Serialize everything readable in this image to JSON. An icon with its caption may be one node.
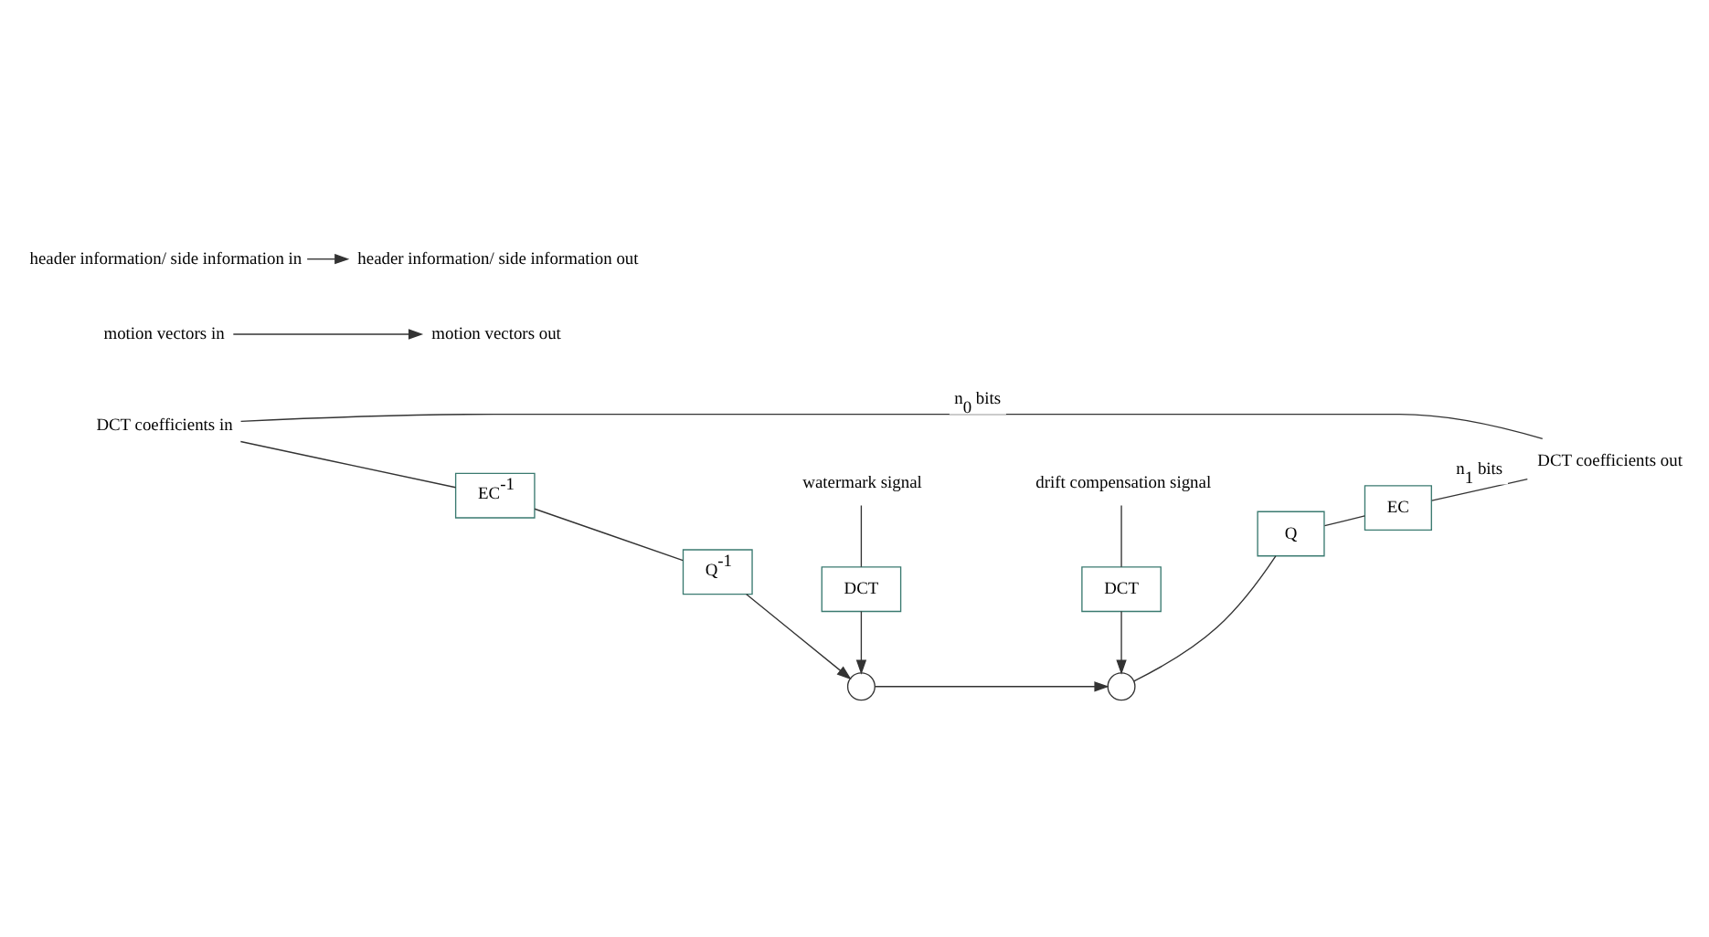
{
  "diagram": {
    "nodes": [
      {
        "text": [
          "DCT coefficients in"
        ]
      },
      {
        "text": [
          "EC$^{-1}$"
        ]
      },
      {
        "text": [
          "Q$^{-1}$"
        ]
      },
      {
        "text": [],
        "shape": "circle"
      },
      {
        "text": [],
        "shape": "circle"
      },
      {
        "text": [
          "Q"
        ]
      },
      {
        "text": [
          "EC"
        ]
      },
      {
        "text": [
          "DCT coefficients out"
        ]
      },
      {
        "text": [
          "DCT"
        ]
      },
      {
        "text": [
          "DCT"
        ]
      },
      {
        "text": [
          "watermark signal"
        ]
      },
      {
        "text": [
          "drift compensation signal"
        ]
      },
      {
        "text": [
          "motion vectors in"
        ]
      },
      {
        "text": [
          "motion vectors out"
        ]
      },
      {
        "text": [
          "header information/ side information in"
        ]
      },
      {
        "text": [
          "header information/ side information out"
        ]
      }
    ],
    "edges": [
      {
        "from": 0,
        "to": 1,
        "arrow": "none"
      },
      {
        "from": 1,
        "to": 2,
        "arrow": "none"
      },
      {
        "from": 2,
        "to": 3,
        "arrow": "to"
      },
      {
        "from": 3,
        "to": 4,
        "arrow": "to"
      },
      {
        "from": 4,
        "to": 5,
        "arrow": "none"
      },
      {
        "from": 5,
        "to": 6,
        "arrow": "none"
      },
      {
        "from": 6,
        "to": 7,
        "arrow": "none",
        "label": "n$_{1}$ bits"
      },
      {
        "from": 0,
        "to": 7,
        "arrow": "none",
        "label": "n$_{0}$ bits"
      },
      {
        "from": 10,
        "to": 8,
        "arrow": "none"
      },
      {
        "from": 8,
        "to": 3,
        "arrow": "to"
      },
      {
        "from": 11,
        "to": 9,
        "arrow": "none"
      },
      {
        "from": 9,
        "to": 4,
        "arrow": "to"
      },
      {
        "from": 12,
        "to": 13,
        "arrow": "to"
      },
      {
        "from": 14,
        "to": 15,
        "arrow": "to"
      }
    ]
  }
}
